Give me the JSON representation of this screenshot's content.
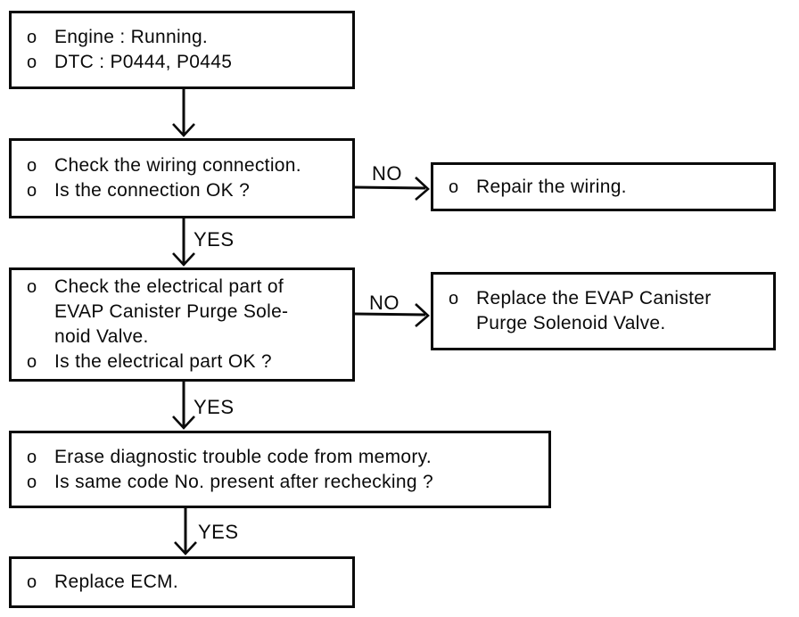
{
  "bullet_char": "o",
  "labels": {
    "yes1": "YES",
    "yes2": "YES",
    "yes3": "YES",
    "no1": "NO",
    "no2": "NO"
  },
  "boxes": {
    "start": {
      "lines": [
        {
          "bullet": true,
          "text": "Engine : Running."
        },
        {
          "bullet": true,
          "text": "DTC : P0444, P0445"
        }
      ]
    },
    "check_wiring": {
      "lines": [
        {
          "bullet": true,
          "text": "Check the wiring connection."
        },
        {
          "bullet": true,
          "text": "Is the connection OK ?"
        }
      ]
    },
    "repair_wiring": {
      "lines": [
        {
          "bullet": true,
          "text": "Repair the wiring."
        }
      ]
    },
    "check_electrical": {
      "lines": [
        {
          "bullet": true,
          "text": "Check the electrical part of"
        },
        {
          "bullet": false,
          "text": "EVAP Canister Purge Sole-"
        },
        {
          "bullet": false,
          "text": "noid Valve."
        },
        {
          "bullet": true,
          "text": "Is the electrical part OK ?"
        }
      ]
    },
    "replace_valve": {
      "lines": [
        {
          "bullet": true,
          "text": "Replace the EVAP Canister"
        },
        {
          "bullet": false,
          "text": "Purge Solenoid Valve."
        }
      ]
    },
    "erase_code": {
      "lines": [
        {
          "bullet": true,
          "text": "Erase diagnostic trouble code from memory."
        },
        {
          "bullet": true,
          "text": "Is same code No. present after rechecking ?"
        }
      ]
    },
    "replace_ecm": {
      "lines": [
        {
          "bullet": true,
          "text": "Replace ECM."
        }
      ]
    }
  }
}
